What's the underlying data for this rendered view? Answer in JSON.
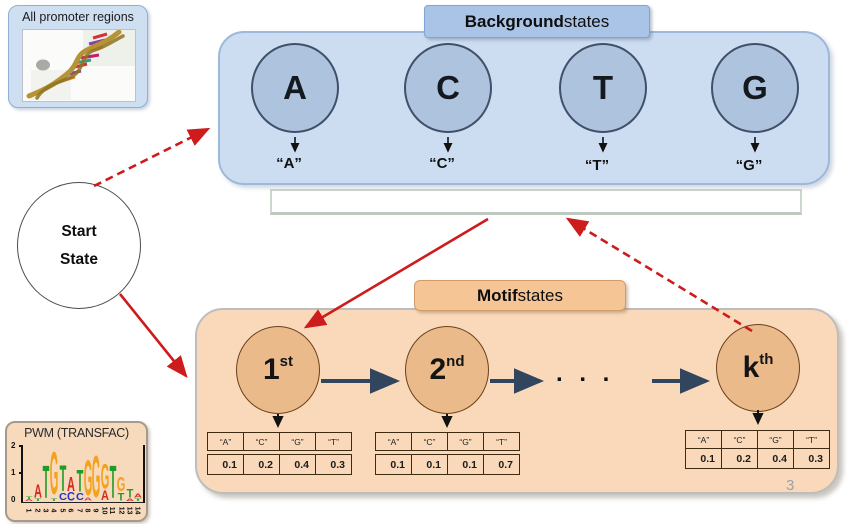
{
  "slide": {
    "page_number": "3"
  },
  "promoter_box": {
    "title": "All promoter regions"
  },
  "background_section": {
    "title_bold": "Background",
    "title_rest": " states",
    "states": [
      {
        "label": "A",
        "emission": "“A”"
      },
      {
        "label": "C",
        "emission": "“C”"
      },
      {
        "label": "T",
        "emission": "“T”"
      },
      {
        "label": "G",
        "emission": "“G”"
      }
    ]
  },
  "start_state": {
    "line1": "Start",
    "line2": "State"
  },
  "motif_section": {
    "title_bold": "Motif",
    "title_rest": " states",
    "states": [
      {
        "base": "1",
        "ordinal": "st"
      },
      {
        "base": "2",
        "ordinal": "nd"
      },
      {
        "base": "k",
        "ordinal": "th"
      }
    ],
    "ellipsis": ". . .",
    "emission_tables": [
      {
        "headers": [
          "“A”",
          "“C”",
          "“G”",
          "“T”"
        ],
        "values": [
          "0.1",
          "0.2",
          "0.4",
          "0.3"
        ]
      },
      {
        "headers": [
          "“A”",
          "“C”",
          "“G”",
          "“T”"
        ],
        "values": [
          "0.1",
          "0.1",
          "0.1",
          "0.7"
        ]
      },
      {
        "headers": [
          "“A”",
          "“C”",
          "“G”",
          "“T”"
        ],
        "values": [
          "0.1",
          "0.2",
          "0.4",
          "0.3"
        ]
      }
    ]
  },
  "pwm_box": {
    "title": "PWM (TRANSFAC)",
    "y_ticks": [
      "2",
      "1",
      "0"
    ],
    "x_labels": [
      "1",
      "2",
      "3",
      "4",
      "5",
      "6",
      "7",
      "8",
      "9",
      "10",
      "11",
      "12",
      "13",
      "14"
    ],
    "base_colors": {
      "A": "#d52a1e",
      "C": "#2431c8",
      "G": "#f2a21c",
      "T": "#1f9c28"
    },
    "logo_columns": [
      {
        "letters": [
          {
            "b": "T",
            "h": 0.1
          },
          {
            "b": "A",
            "h": 0.08
          }
        ]
      },
      {
        "letters": [
          {
            "b": "A",
            "h": 0.5
          },
          {
            "b": "T",
            "h": 0.1
          }
        ]
      },
      {
        "letters": [
          {
            "b": "T",
            "h": 1.25
          }
        ]
      },
      {
        "letters": [
          {
            "b": "G",
            "h": 1.62
          },
          {
            "b": "T",
            "h": 0.1
          }
        ]
      },
      {
        "letters": [
          {
            "b": "T",
            "h": 1.0
          },
          {
            "b": "C",
            "h": 0.28
          }
        ]
      },
      {
        "letters": [
          {
            "b": "A",
            "h": 0.55
          },
          {
            "b": "C",
            "h": 0.32
          }
        ]
      },
      {
        "letters": [
          {
            "b": "T",
            "h": 0.85
          },
          {
            "b": "C",
            "h": 0.28
          }
        ]
      },
      {
        "letters": [
          {
            "b": "G",
            "h": 1.35
          },
          {
            "b": "A",
            "h": 0.12
          }
        ]
      },
      {
        "letters": [
          {
            "b": "G",
            "h": 1.6
          }
        ]
      },
      {
        "letters": [
          {
            "b": "G",
            "h": 0.95
          },
          {
            "b": "A",
            "h": 0.38
          }
        ]
      },
      {
        "letters": [
          {
            "b": "T",
            "h": 1.25
          }
        ]
      },
      {
        "letters": [
          {
            "b": "G",
            "h": 0.55
          },
          {
            "b": "T",
            "h": 0.3
          }
        ]
      },
      {
        "letters": [
          {
            "b": "T",
            "h": 0.32
          },
          {
            "b": "A",
            "h": 0.1
          }
        ]
      },
      {
        "letters": [
          {
            "b": "A",
            "h": 0.14
          },
          {
            "b": "T",
            "h": 0.1
          }
        ]
      }
    ]
  },
  "colors": {
    "red_arrow": "#ce1b1b",
    "navy_arrow": "#31455f",
    "background_fill": "#cdddf1",
    "background_header_fill": "#a9c4e6",
    "background_circle_fill": "#aec3de",
    "motif_fill": "#f9d9ba",
    "motif_header_fill": "#f6c596",
    "motif_circle_fill": "#eaba8b"
  }
}
